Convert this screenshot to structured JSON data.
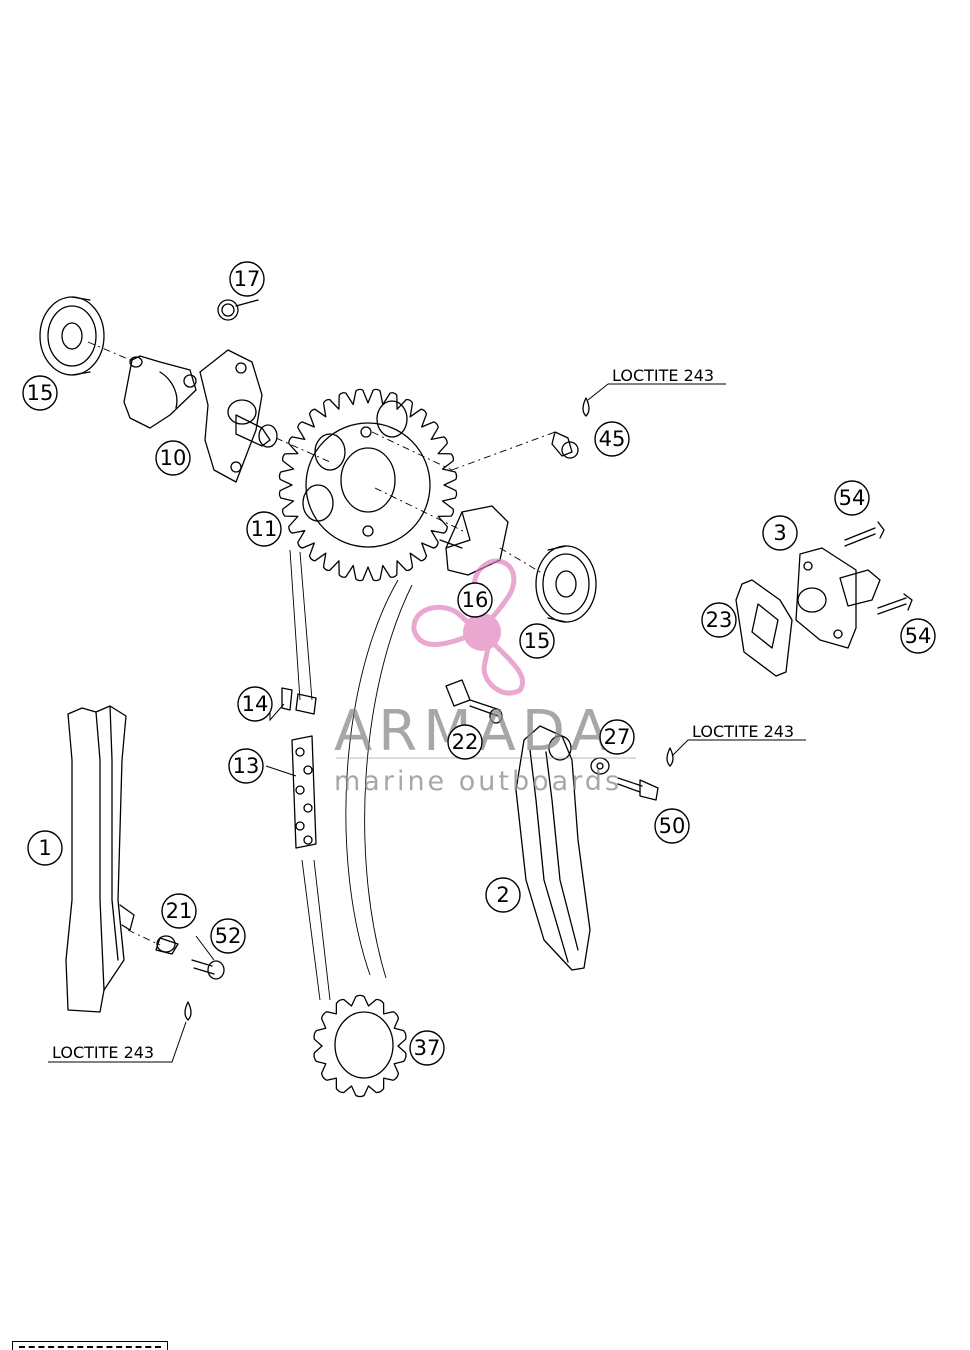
{
  "callouts": {
    "c1": "1",
    "c2": "2",
    "c3": "3",
    "c10": "10",
    "c11": "11",
    "c13": "13",
    "c14": "14",
    "c15a": "15",
    "c15b": "15",
    "c16": "16",
    "c17": "17",
    "c21": "21",
    "c22": "22",
    "c23": "23",
    "c27": "27",
    "c37": "37",
    "c45": "45",
    "c50": "50",
    "c52": "52",
    "c54a": "54",
    "c54b": "54"
  },
  "notes": {
    "loctite_top": "LOCTITE 243",
    "loctite_right": "LOCTITE 243",
    "loctite_left": "LOCTITE 243"
  },
  "watermark": {
    "brand": "ARMADA",
    "tagline": "marine outboards",
    "logo_color": "#e07bb8",
    "text_color": "#8a8a8a"
  }
}
